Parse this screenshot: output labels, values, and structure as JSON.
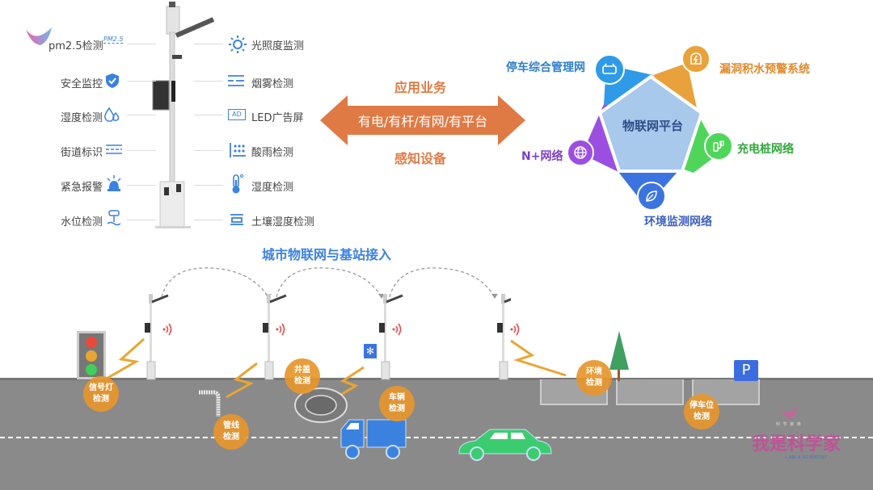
{
  "left_panel": {
    "left_labels": [
      {
        "label": "pm2.5检测",
        "icon": "pm25-icon"
      },
      {
        "label": "安全监控",
        "icon": "shield-check-icon"
      },
      {
        "label": "湿度检测",
        "icon": "water-drops-icon"
      },
      {
        "label": "街道标识",
        "icon": "street-sign-icon"
      },
      {
        "label": "紧急报警",
        "icon": "alarm-light-icon"
      },
      {
        "label": "水位检测",
        "icon": "water-level-icon"
      }
    ],
    "right_labels": [
      {
        "label": "光照度监测",
        "icon": "sun-icon"
      },
      {
        "label": "烟雾检测",
        "icon": "smoke-icon"
      },
      {
        "label": "LED广告屏",
        "icon": "ad-screen-icon"
      },
      {
        "label": "酸雨检测",
        "icon": "acid-rain-icon"
      },
      {
        "label": "湿度检测",
        "icon": "thermometer-icon"
      },
      {
        "label": "土壤湿度检测",
        "icon": "soil-icon"
      }
    ],
    "pm25_icon_text": "PM2.5",
    "ad_icon_text": "AD"
  },
  "arrow": {
    "top_label": "应用业务",
    "center_label": "有电/有杆/有网/有平台",
    "bottom_label": "感知设备",
    "color": "#e07a45"
  },
  "pentagon": {
    "center_label": "物联网平台",
    "segments": [
      {
        "label": "停车综合管理网",
        "color": "#2f9be8",
        "icon": "car-icon"
      },
      {
        "label": "漏洞积水预警系统",
        "color": "#e9a23b",
        "icon": "warning-light-icon"
      },
      {
        "label": "充电桩网络",
        "color": "#4fd65a",
        "icon": "charger-icon"
      },
      {
        "label": "环境监测网络",
        "color": "#3b74e0",
        "icon": "leaf-icon"
      },
      {
        "label": "N+网络",
        "color": "#9b4fe0",
        "icon": "globe-icon"
      }
    ]
  },
  "street": {
    "title": "城市物联网与基站接入",
    "badges": [
      {
        "line1": "信号灯",
        "line2": "检测"
      },
      {
        "line1": "管线",
        "line2": "检测"
      },
      {
        "line1": "井盖",
        "line2": "检测"
      },
      {
        "line1": "车辆",
        "line2": "检测"
      },
      {
        "line1": "环境",
        "line2": "检测"
      },
      {
        "line1": "停车位",
        "line2": "检测"
      }
    ],
    "parking_sign": "P",
    "bluetooth_symbol": "✻"
  },
  "watermark": {
    "main": "我是科学家",
    "sub": "I AM A SCIENTIST",
    "small": "科 学 家 族"
  }
}
